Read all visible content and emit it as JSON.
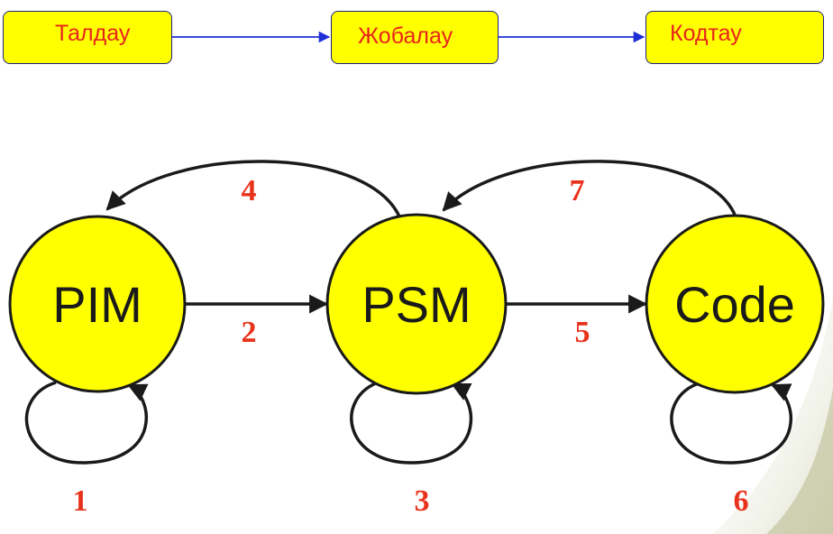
{
  "stages": {
    "analysis": "Талдау",
    "design": "Жобалау",
    "coding": "Кодтау"
  },
  "nodes": {
    "pim": "PIM",
    "psm": "PSM",
    "code": "Code"
  },
  "edge_labels": {
    "pim_self": "1",
    "pim_to_psm": "2",
    "psm_self": "3",
    "psm_to_pim": "4",
    "psm_to_code": "5",
    "code_self": "6",
    "code_to_psm": "7"
  },
  "colors": {
    "box_fill": "#ffff00",
    "box_text": "#e8241c",
    "node_fill": "#ffff00",
    "edge_label": "#e8331c",
    "stage_arrow": "#1f2fd6"
  }
}
